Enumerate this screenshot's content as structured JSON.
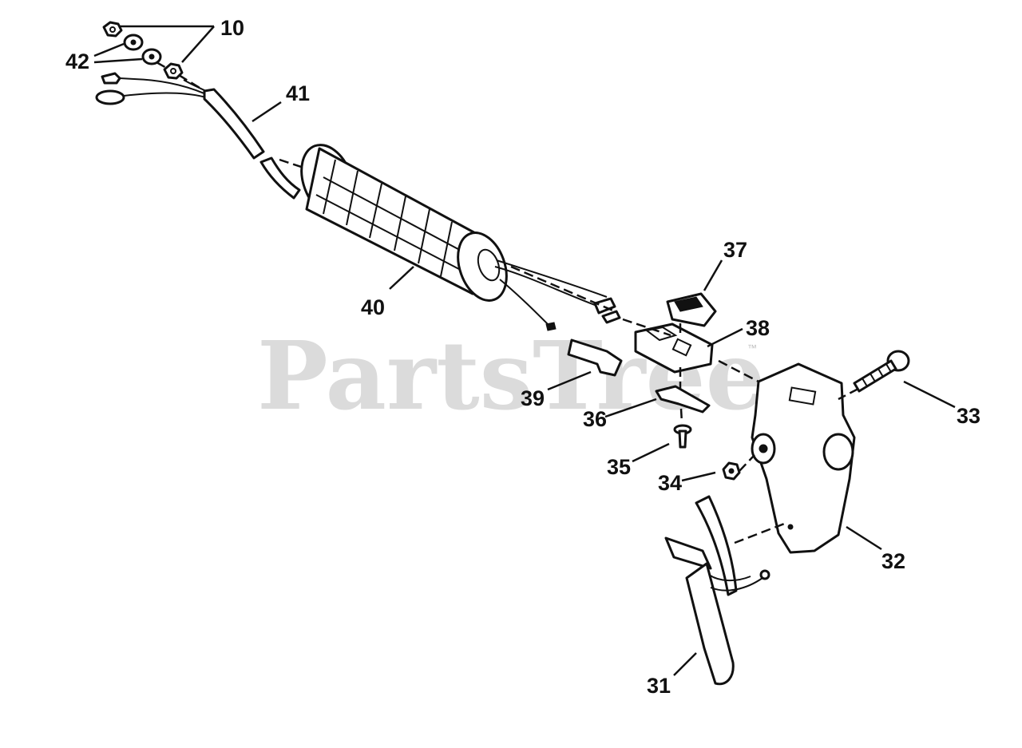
{
  "watermark": {
    "text": "PartsTree",
    "trademark": "™"
  },
  "callouts": [
    {
      "id": "10",
      "label": "10"
    },
    {
      "id": "42",
      "label": "42"
    },
    {
      "id": "41",
      "label": "41"
    },
    {
      "id": "40",
      "label": "40"
    },
    {
      "id": "37",
      "label": "37"
    },
    {
      "id": "38",
      "label": "38"
    },
    {
      "id": "39",
      "label": "39"
    },
    {
      "id": "36",
      "label": "36"
    },
    {
      "id": "33",
      "label": "33"
    },
    {
      "id": "35",
      "label": "35"
    },
    {
      "id": "34",
      "label": "34"
    },
    {
      "id": "32",
      "label": "32"
    },
    {
      "id": "31",
      "label": "31"
    }
  ]
}
